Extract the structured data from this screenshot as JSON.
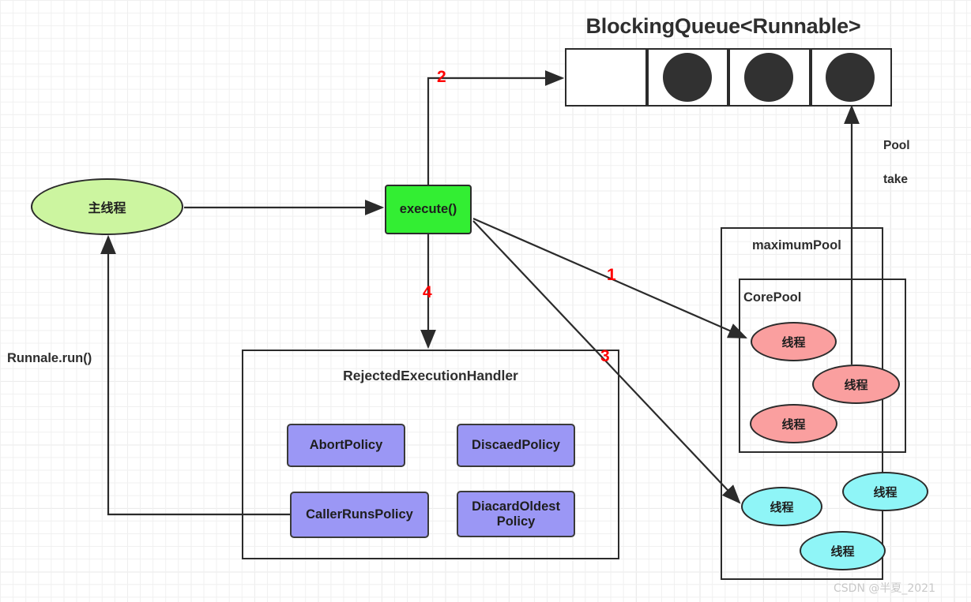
{
  "diagram": {
    "queue": {
      "title": "BlockingQueue<Runnable>",
      "cells": [
        {
          "filled": false
        },
        {
          "filled": true
        },
        {
          "filled": true
        },
        {
          "filled": true
        }
      ]
    },
    "main_thread": {
      "label": "主线程"
    },
    "execute": {
      "label": "execute()"
    },
    "rejected_handler": {
      "title": "RejectedExecutionHandler",
      "policies": [
        {
          "label": "AbortPolicy"
        },
        {
          "label": "DiscaedPolicy"
        },
        {
          "label": "CallerRunsPolicy"
        },
        {
          "label": "DiacardOldest Policy"
        }
      ]
    },
    "maximum_pool": {
      "label": "maximumPool"
    },
    "core_pool": {
      "label": "CorePool"
    },
    "core_threads": [
      {
        "label": "线程"
      },
      {
        "label": "线程"
      },
      {
        "label": "线程"
      }
    ],
    "extra_threads": [
      {
        "label": "线程"
      },
      {
        "label": "线程"
      },
      {
        "label": "线程"
      }
    ],
    "edge_labels": {
      "pool": "Pool",
      "take": "take",
      "runnable_run": "Runnale.run()"
    },
    "step_numbers": {
      "one": "1",
      "two": "2",
      "three": "3",
      "four": "4"
    },
    "watermark": "CSDN @半夏_2021",
    "colors": {
      "execute_green": "#33ee33",
      "main_thread_green": "#ccf5a0",
      "core_thread_pink": "#fa9f9f",
      "extra_thread_cyan": "#8ff5f7",
      "policy_purple": "#9b97f5",
      "step_red": "#ff0000",
      "stroke": "#2b2b2b"
    }
  }
}
